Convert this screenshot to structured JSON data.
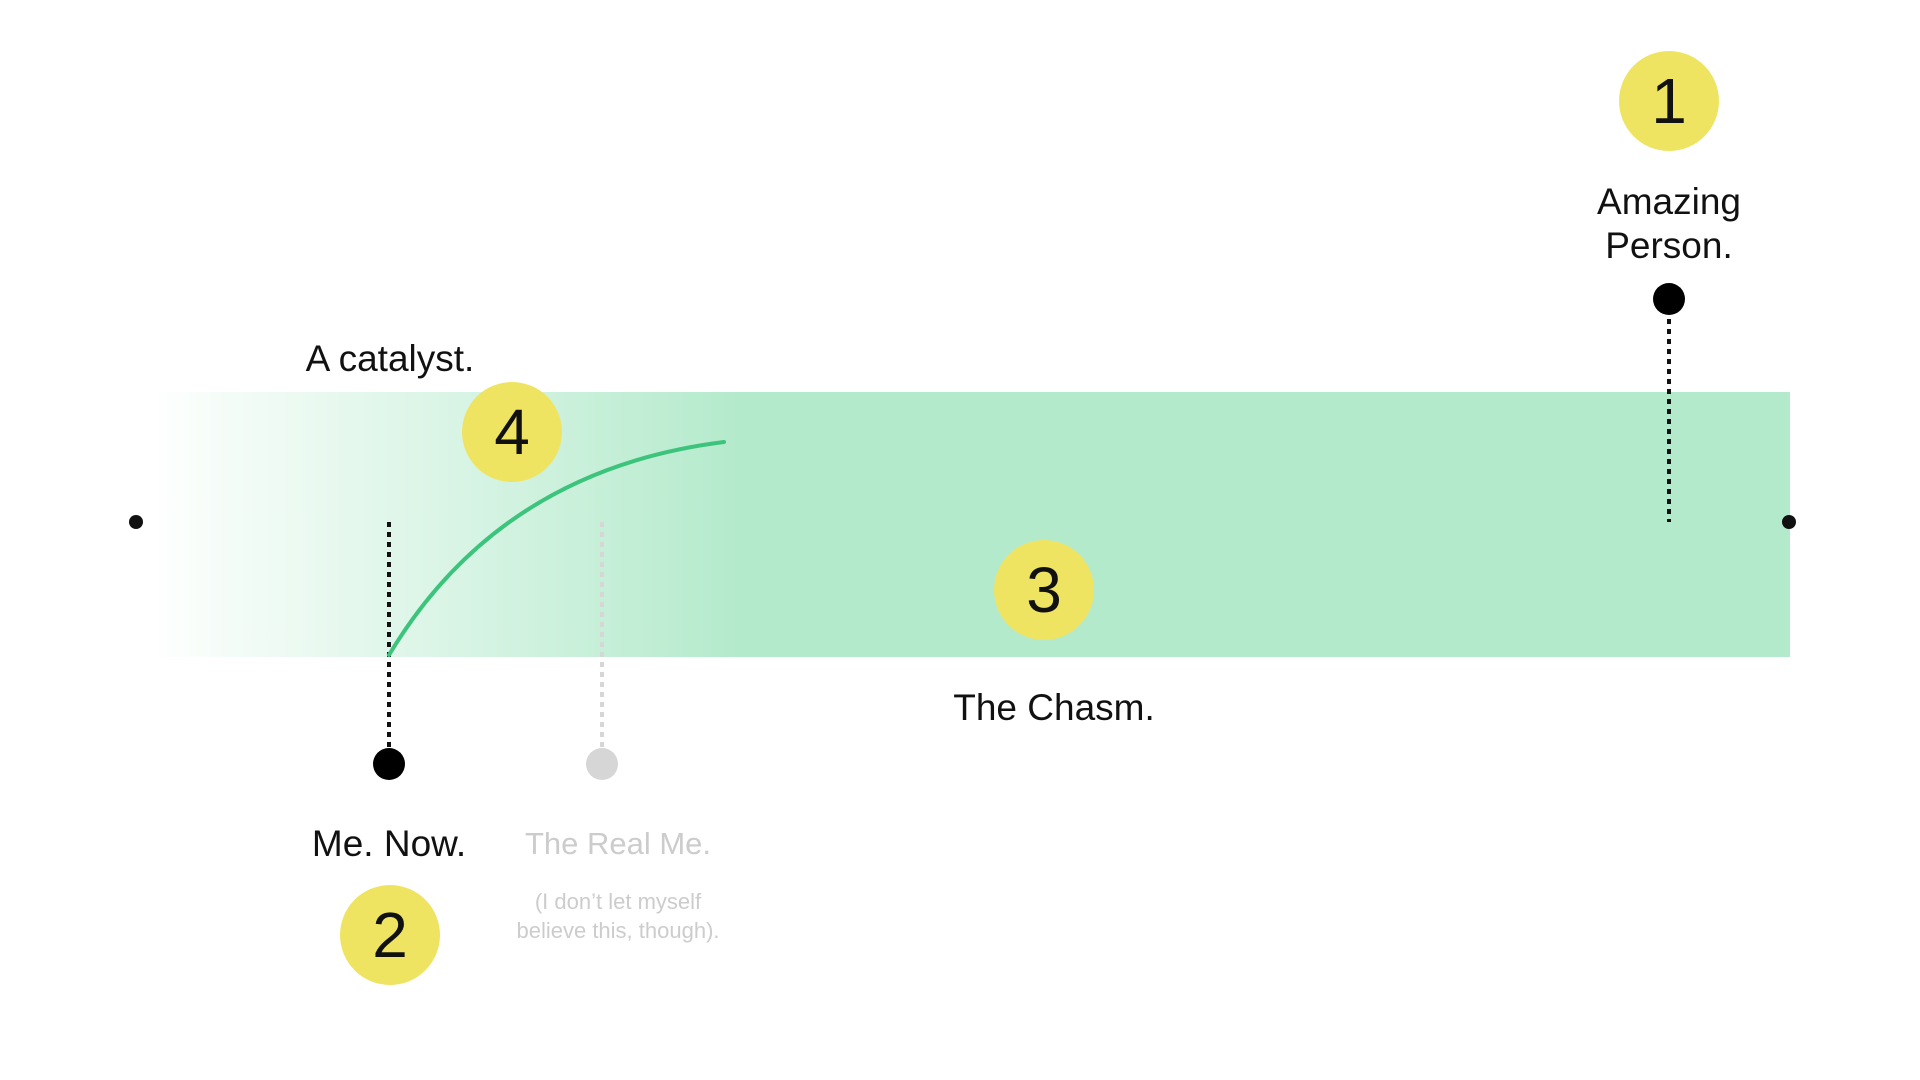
{
  "diagram": {
    "chasm_label": "The Chasm.",
    "catalyst_label": "A catalyst.",
    "me_now_label": "Me. Now.",
    "amazing_person_label": [
      "Amazing",
      "Person."
    ],
    "real_me_label": "The Real Me.",
    "real_me_note": [
      "(I don’t let myself",
      "believe this, though)."
    ],
    "badges": {
      "amazing": "1",
      "me_now": "2",
      "chasm": "3",
      "catalyst": "4"
    }
  },
  "colors": {
    "chasm_fill": "#b4eacc",
    "catalyst_curve": "#3cc47c",
    "badge_fill": "#efe462",
    "axis_line": "#2f4a3c",
    "marker_dark": "#000000",
    "marker_dim": "#d6d6d6",
    "text_dim": "#cccccc"
  }
}
